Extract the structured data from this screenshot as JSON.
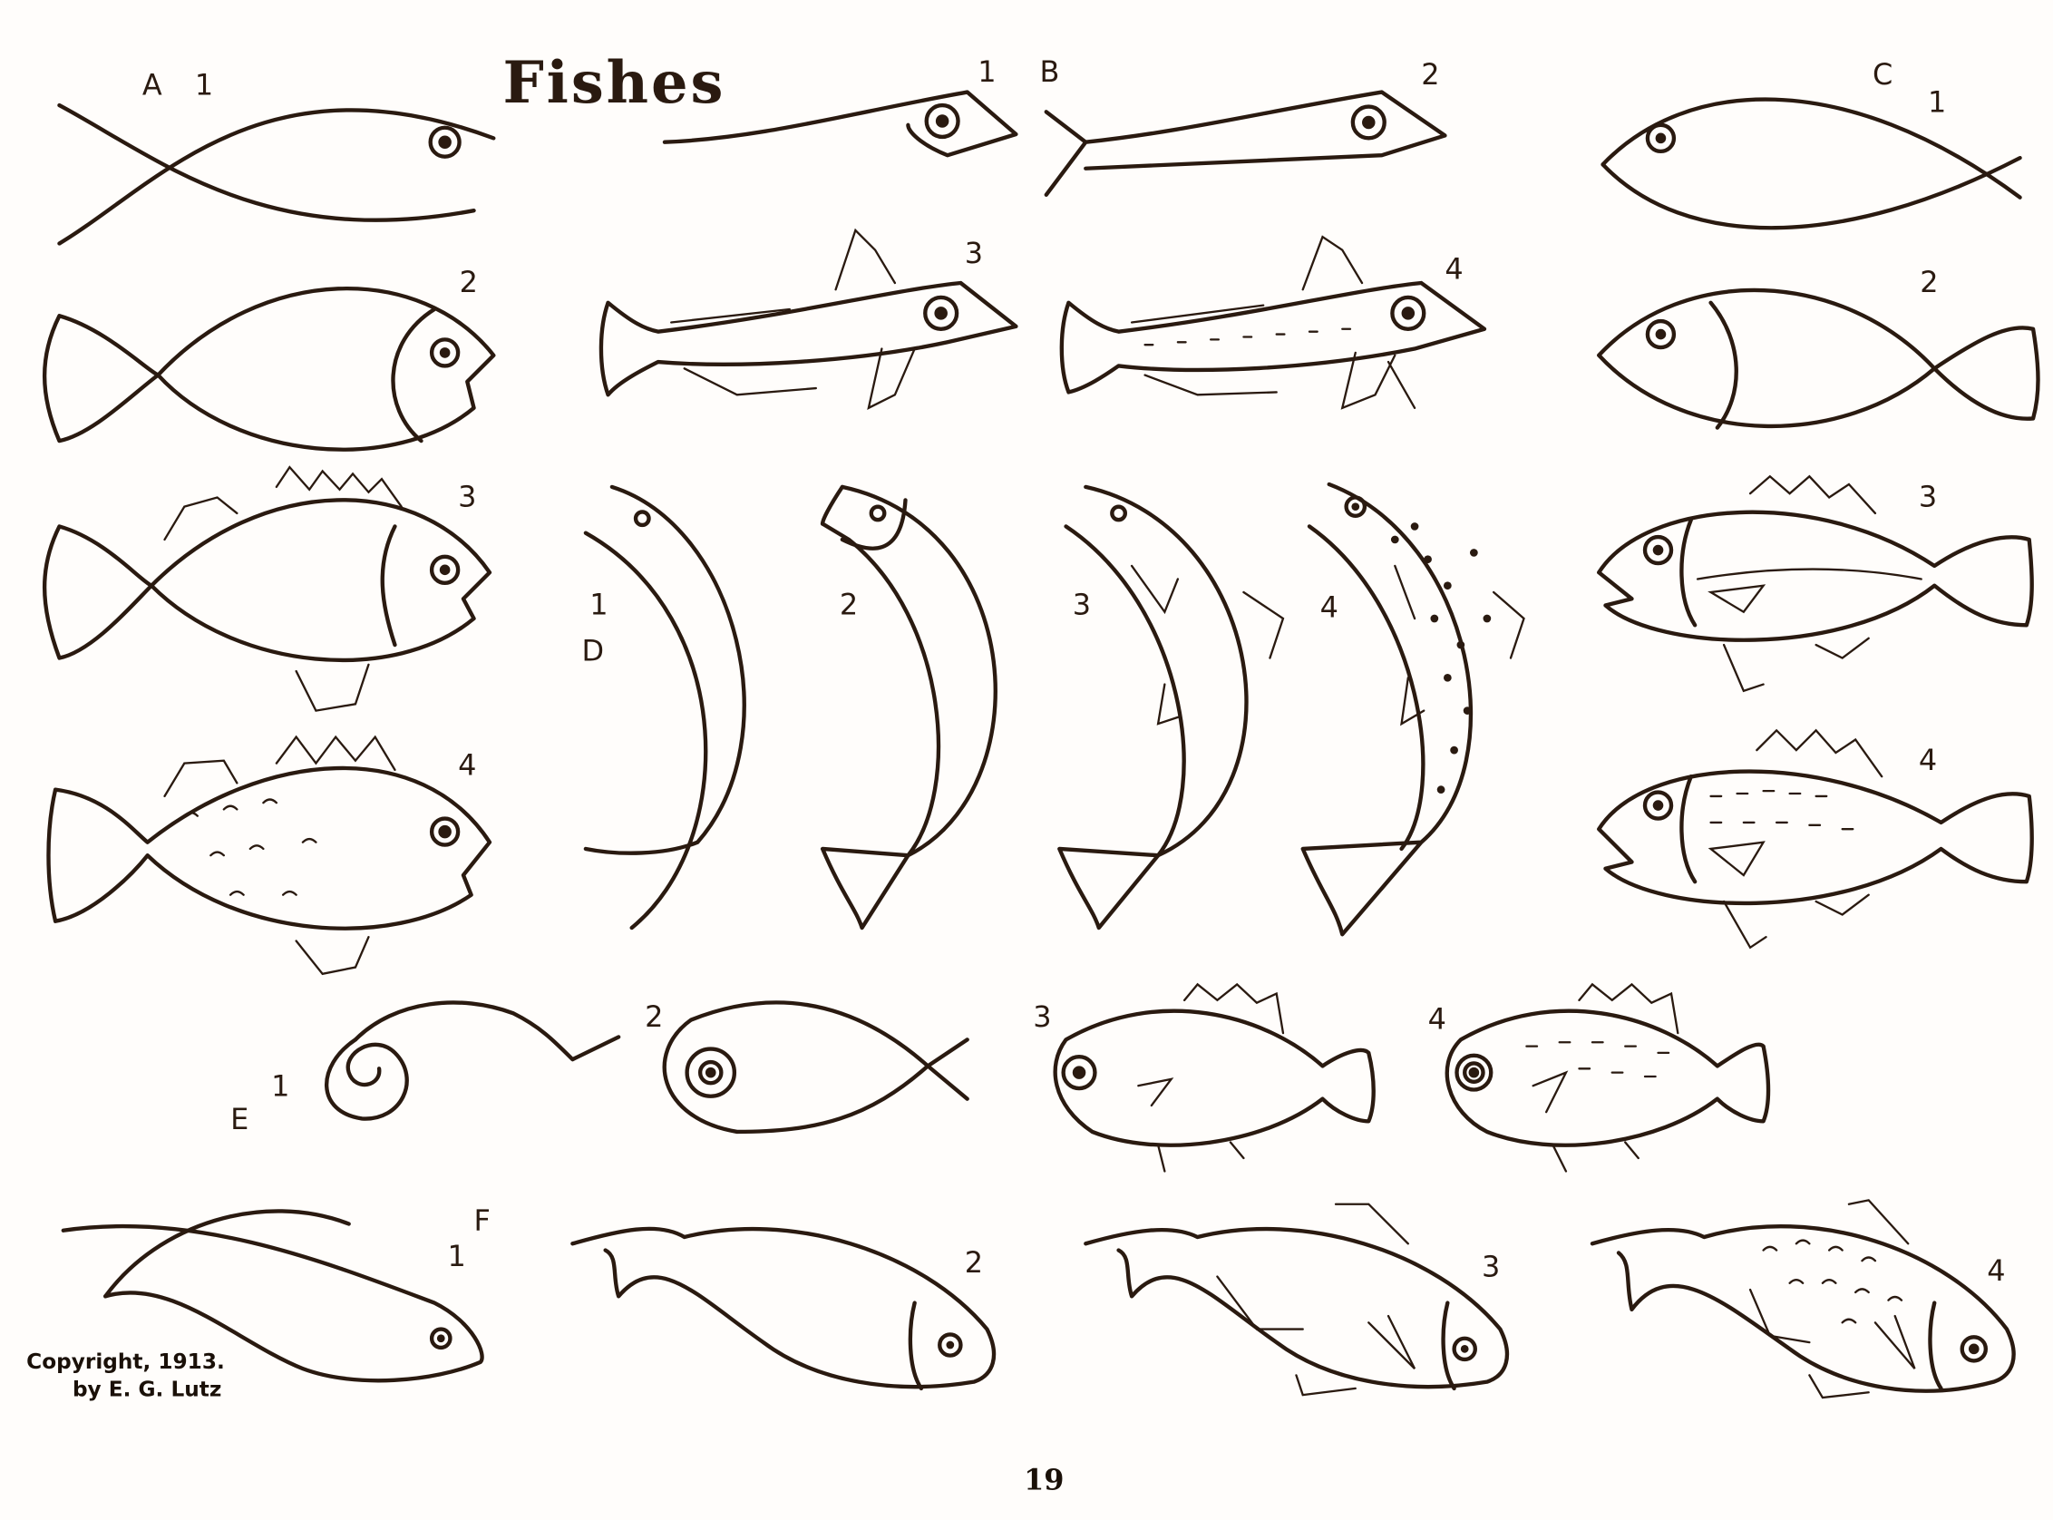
{
  "title": "Fishes",
  "page_number": "19",
  "copyright": {
    "line1": "Copyright, 1913.",
    "line2": "by E. G. Lutz"
  },
  "labels": {
    "A": "A",
    "A1": "1",
    "A2": "2",
    "A3": "3",
    "A4": "4",
    "B": "B",
    "B1": "1",
    "B2": "2",
    "B3": "3",
    "B4": "4",
    "C": "C",
    "C1": "1",
    "C2": "2",
    "C3": "3",
    "C4": "4",
    "D": "D",
    "D1": "1",
    "D2": "2",
    "D3": "3",
    "D4": "4",
    "E": "E",
    "E1": "1",
    "E2": "2",
    "E3": "3",
    "E4": "4",
    "F": "F",
    "F1": "1",
    "F2": "2",
    "F3": "3",
    "F4": "4"
  },
  "colors": {
    "ink": "#2a1a10",
    "paper": "#fffdfb"
  }
}
